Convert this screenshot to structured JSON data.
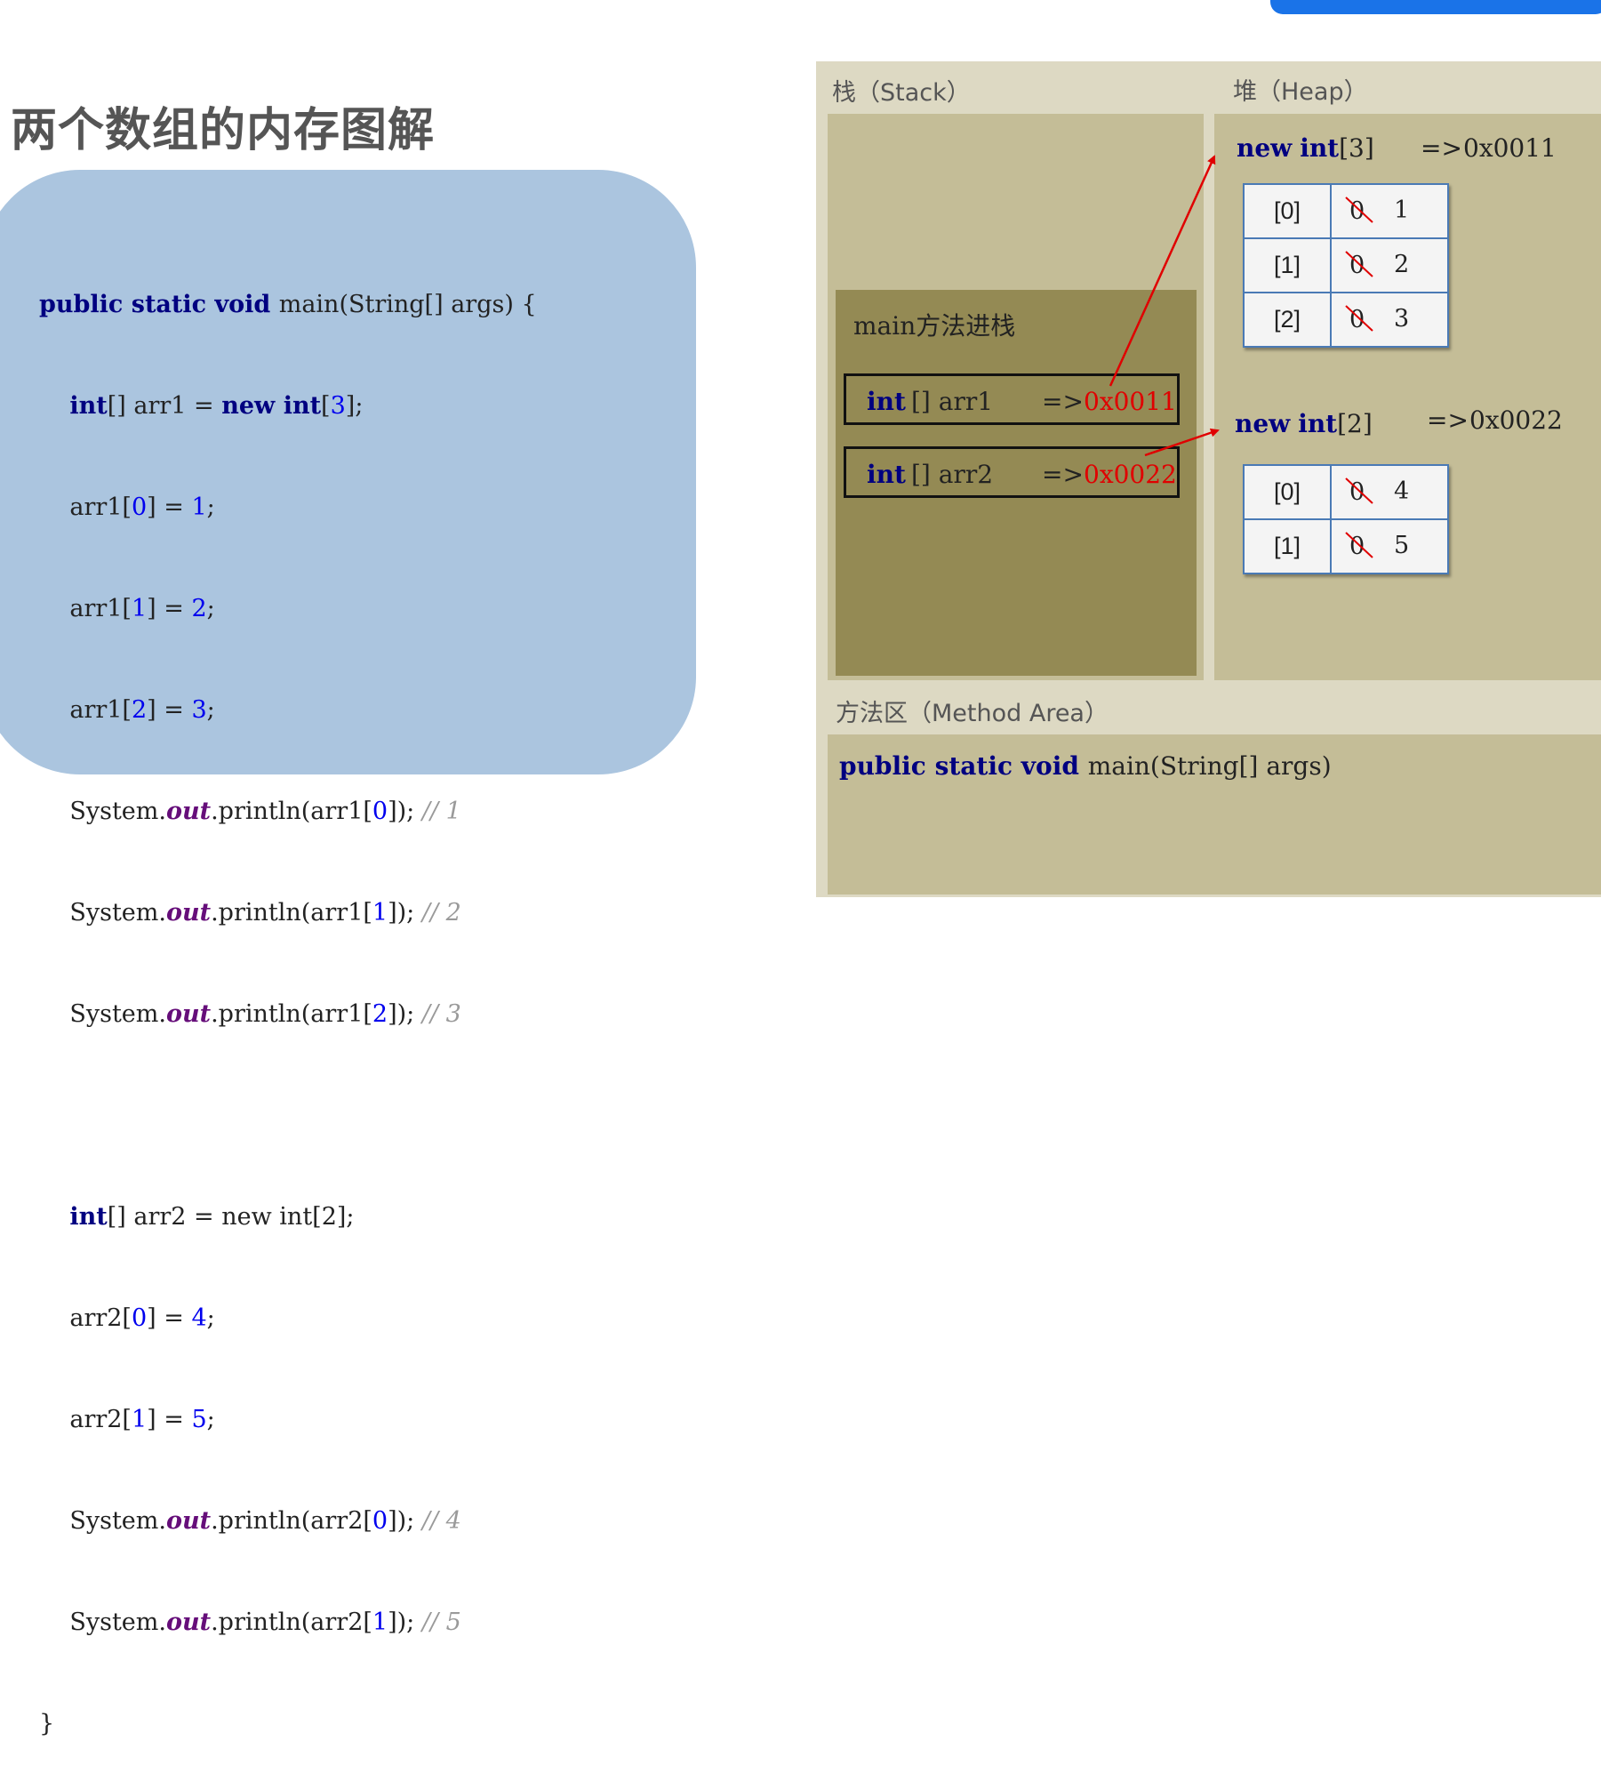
{
  "title": "两个数组的内存图解",
  "code": {
    "l1": {
      "a": "public static void ",
      "b": "main(String[] args) {"
    },
    "l2": {
      "a": "int",
      "b": "[] arr1 = ",
      "c": "new ",
      "d": "int",
      "e": "[",
      "f": "3",
      "g": "];"
    },
    "l3": {
      "a": "arr1[",
      "b": "0",
      "c": "] = ",
      "d": "1",
      "e": ";"
    },
    "l4": {
      "a": "arr1[",
      "b": "1",
      "c": "] = ",
      "d": "2",
      "e": ";"
    },
    "l5": {
      "a": "arr1[",
      "b": "2",
      "c": "] = ",
      "d": "3",
      "e": ";"
    },
    "l6": {
      "a": "System.",
      "b": "out",
      "c": ".println(arr1[",
      "d": "0",
      "e": "]); ",
      "f": "// 1"
    },
    "l7": {
      "a": "System.",
      "b": "out",
      "c": ".println(arr1[",
      "d": "1",
      "e": "]); ",
      "f": "// 2"
    },
    "l8": {
      "a": "System.",
      "b": "out",
      "c": ".println(arr1[",
      "d": "2",
      "e": "]); ",
      "f": "// 3"
    },
    "l9": {
      "a": "int",
      "b": "[] arr2 = new int[2];"
    },
    "l10": {
      "a": "arr2[",
      "b": "0",
      "c": "] = ",
      "d": "4",
      "e": ";"
    },
    "l11": {
      "a": "arr2[",
      "b": "1",
      "c": "] = ",
      "d": "5",
      "e": ";"
    },
    "l12": {
      "a": "System.",
      "b": "out",
      "c": ".println(arr2[",
      "d": "0",
      "e": "]); ",
      "f": "// 4"
    },
    "l13": {
      "a": "System.",
      "b": "out",
      "c": ".println(arr2[",
      "d": "1",
      "e": "]); ",
      "f": "// 5"
    },
    "l14": "}"
  },
  "stack": {
    "header": "栈（Stack）",
    "frame_title": "main方法进栈",
    "vars": [
      {
        "kw": "int",
        "name": "[] arr1",
        "arrow": "=>",
        "addr": "0x0011"
      },
      {
        "kw": "int",
        "name": "[] arr2",
        "arrow": "=>",
        "addr": "0x0022"
      }
    ]
  },
  "heap": {
    "header": "堆（Heap）",
    "arrays": [
      {
        "kw_new": "new",
        "kw_int": "int",
        "dims": "[3]",
        "arrow": "=>",
        "addr": "0x0011",
        "cells": [
          {
            "index": "[0]",
            "old": "0",
            "new": "1"
          },
          {
            "index": "[1]",
            "old": "0",
            "new": "2"
          },
          {
            "index": "[2]",
            "old": "0",
            "new": "3"
          }
        ]
      },
      {
        "kw_new": "new",
        "kw_int": "int",
        "dims": "[2]",
        "arrow": "=>",
        "addr": "0x0022",
        "cells": [
          {
            "index": "[0]",
            "old": "0",
            "new": "4"
          },
          {
            "index": "[1]",
            "old": "0",
            "new": "5"
          }
        ]
      }
    ]
  },
  "method_area": {
    "header": "方法区（Method Area）",
    "kw": "public static void ",
    "sig": "main(String[] args)"
  },
  "colors": {
    "pointer_arrow": "#e00000",
    "address_text": "#e00000",
    "keyword": "#000080"
  }
}
